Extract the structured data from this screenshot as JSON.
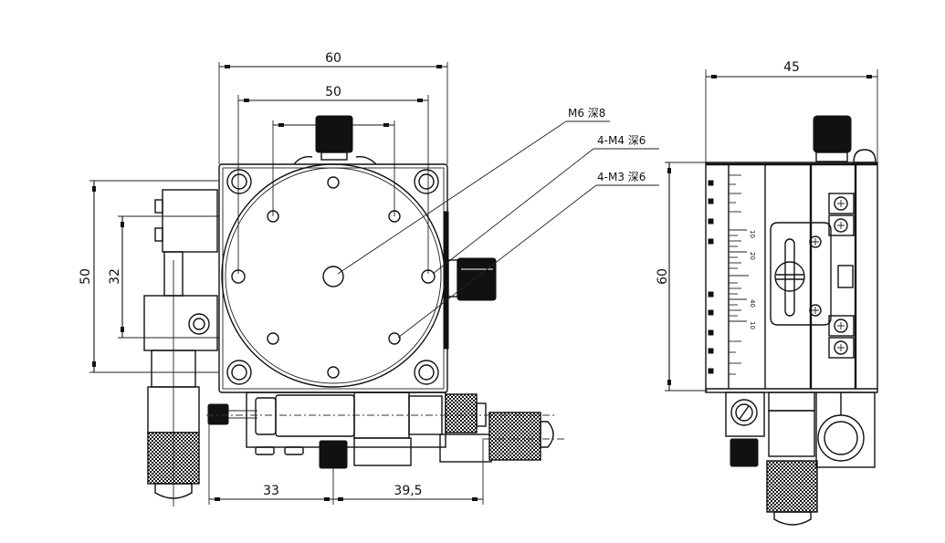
{
  "drawing": {
    "title": "XY micrometer stage – technical drawing",
    "colors": {
      "line": "#111111",
      "background": "#ffffff"
    },
    "front_view": {
      "dimensions": {
        "overall_width": "60",
        "hole_spacing": "50",
        "overall_height": "50",
        "height_32": "32",
        "left_to_screw": "33",
        "screw_to_micrometer": "39,5"
      },
      "callouts": {
        "center_thread": "M6 深8",
        "m4_holes": "4-M4 深6",
        "m3_holes": "4-M3 深6"
      }
    },
    "side_view": {
      "dimensions": {
        "width": "45",
        "height": "60"
      },
      "scale_labels": [
        "10",
        "20",
        "40",
        "10"
      ]
    },
    "icons": [
      "knurled-knob-icon",
      "locking-screw-icon",
      "phillips-screw-icon",
      "hex-nut-icon"
    ]
  }
}
